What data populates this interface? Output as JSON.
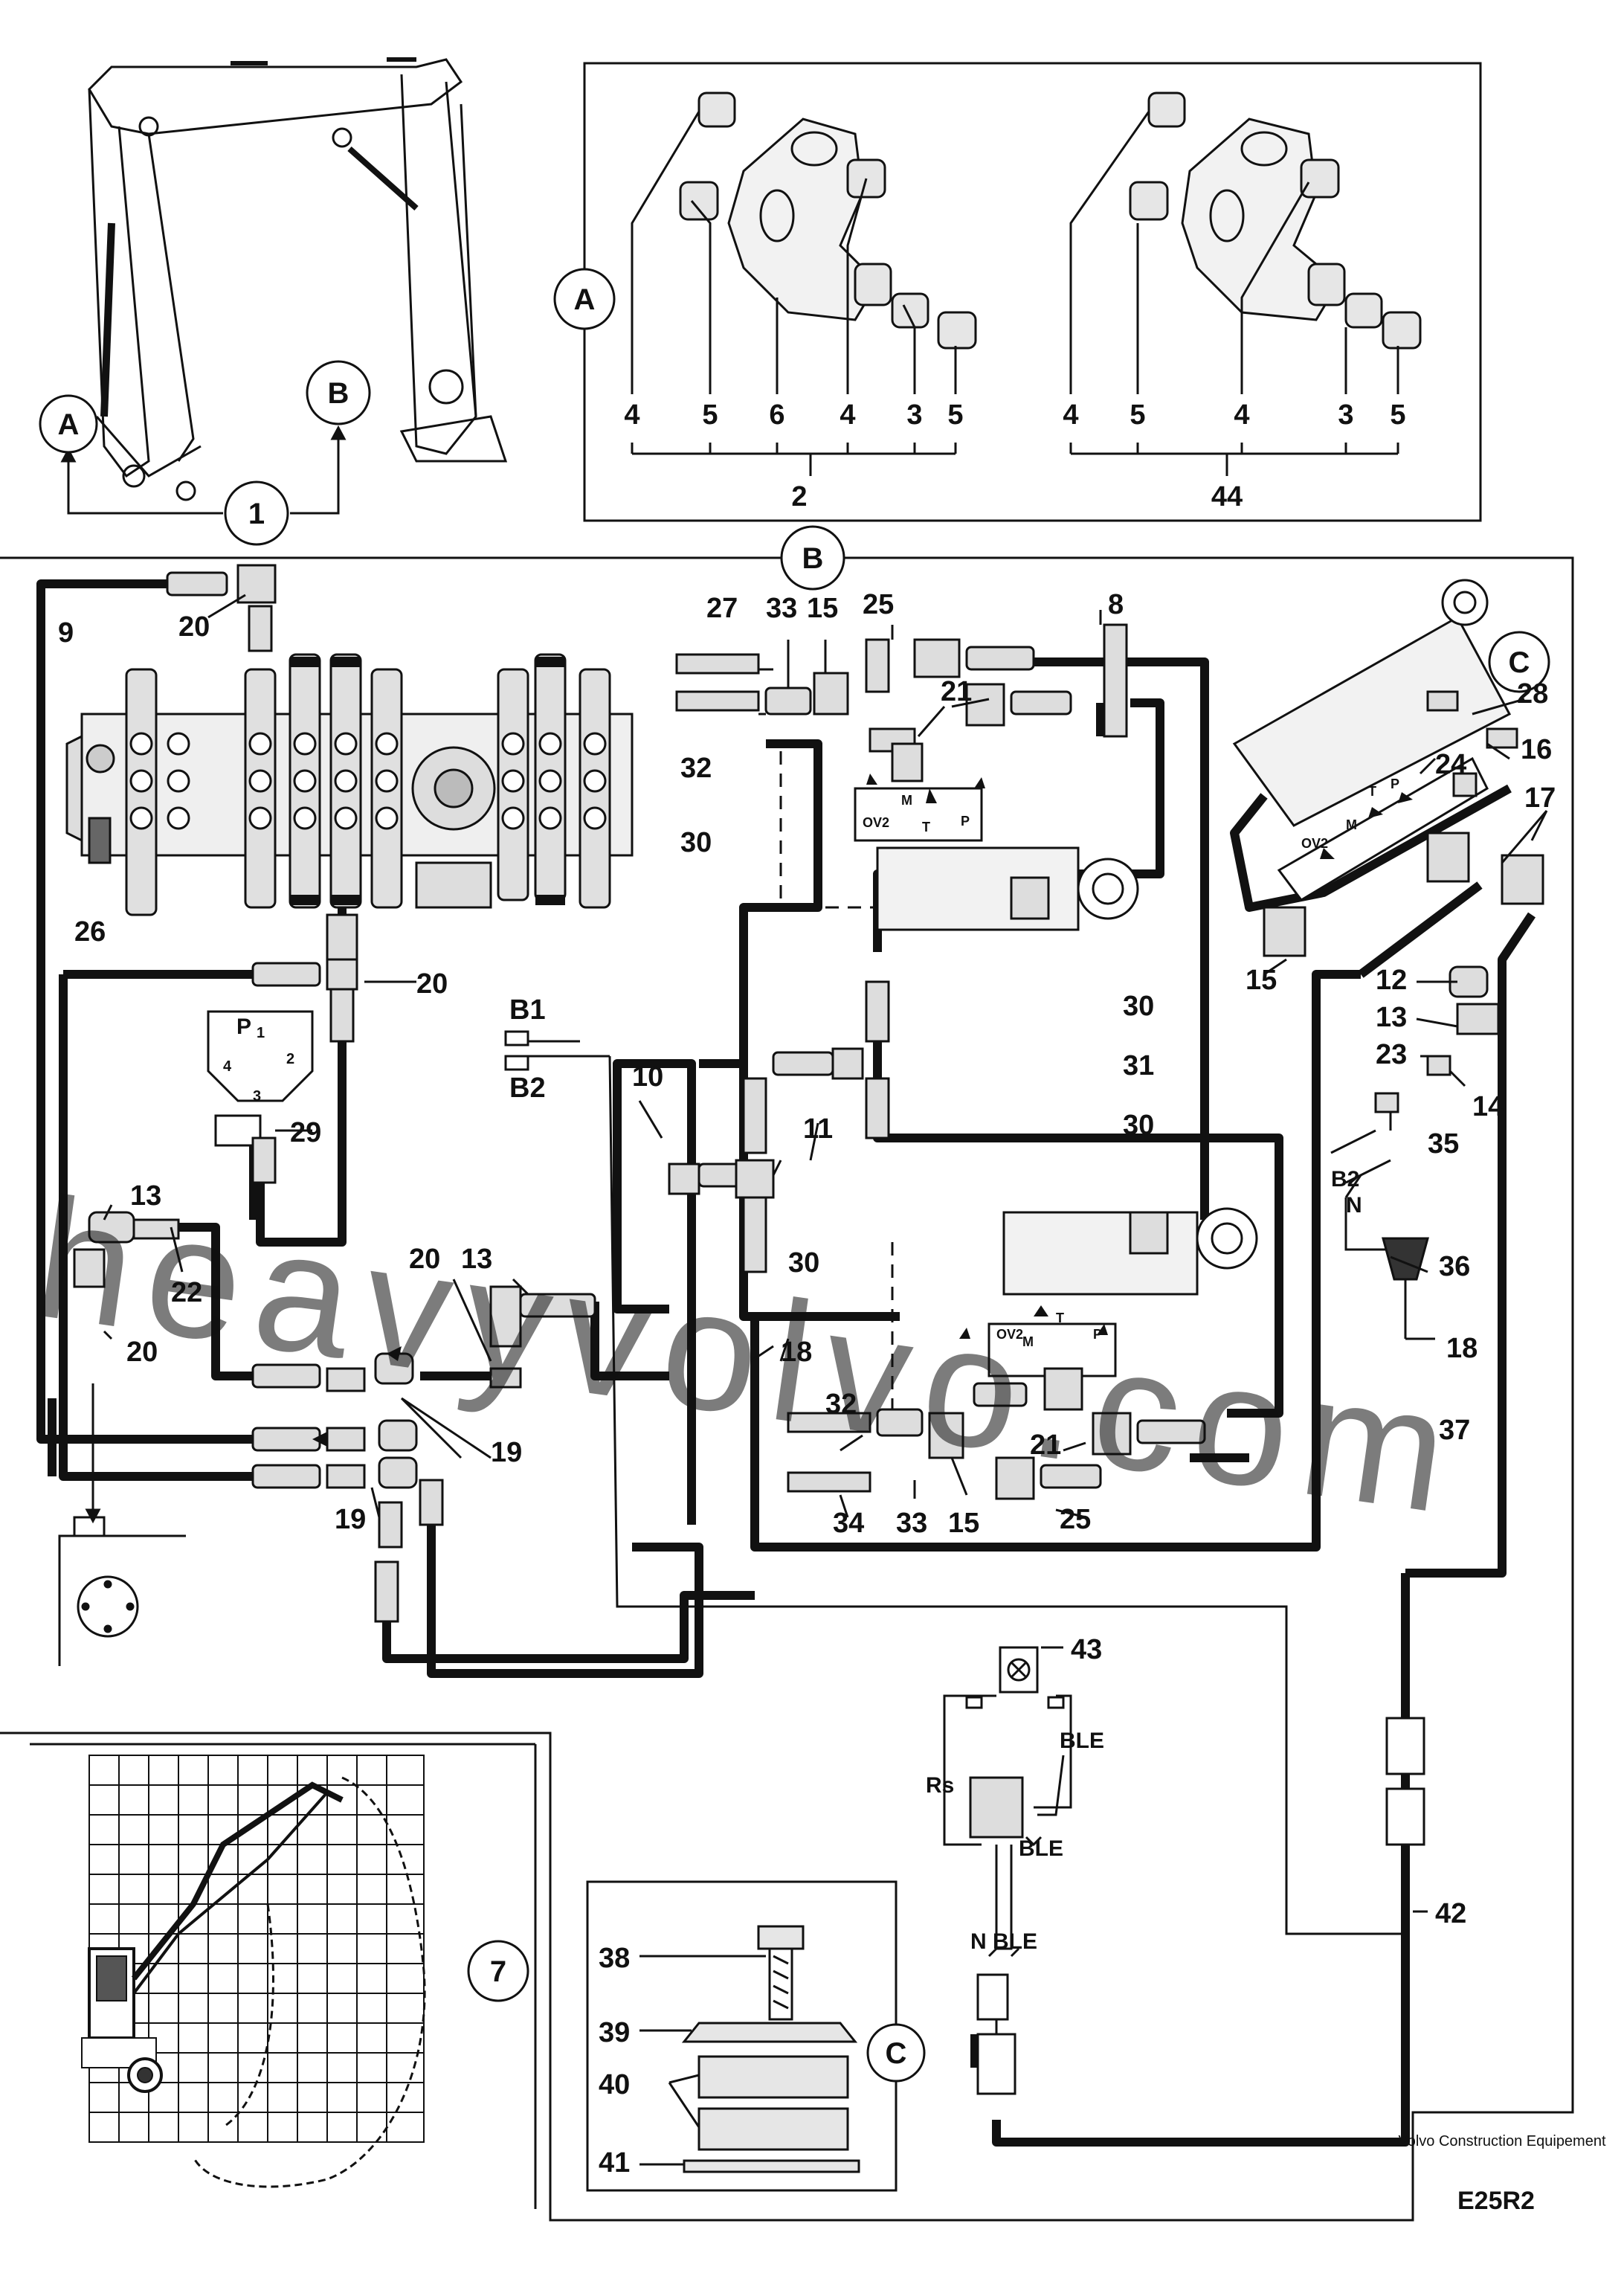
{
  "circle_labels": {
    "A_top": "A",
    "B_top": "B",
    "one": "1",
    "A_box": "A",
    "B_main": "B",
    "C_main": "C",
    "seven": "7",
    "C_box": "C"
  },
  "bushing_sets": {
    "set_2": {
      "parts": [
        "4",
        "5",
        "6",
        "4",
        "3",
        "5"
      ],
      "total": "2"
    },
    "set_44": {
      "parts": [
        "4",
        "5",
        "4",
        "3",
        "5"
      ],
      "total": "44"
    }
  },
  "callouts": {
    "c9": "9",
    "c20a": "20",
    "c27": "27",
    "c33a": "33",
    "c15a": "15",
    "c25a": "25",
    "c8": "8",
    "c21a": "21",
    "c32a": "32",
    "c30a": "30",
    "c28": "28",
    "c24": "24",
    "c16": "16",
    "c17": "17",
    "c15b": "15",
    "c12": "12",
    "c13a": "13",
    "c23": "23",
    "c14": "14",
    "c35": "35",
    "c26": "26",
    "c20b": "20",
    "c29": "29",
    "cB1": "B1",
    "cB2": "B2",
    "c10": "10",
    "c11": "11",
    "c30b": "30",
    "c31": "31",
    "c30c": "30",
    "c13b": "13",
    "c22": "22",
    "c20c": "20",
    "c20d": "20",
    "c13c": "13",
    "c30d": "30",
    "c18a": "18",
    "c19a": "19",
    "c19b": "19",
    "c32b": "32",
    "c34": "34",
    "c33b": "33",
    "c15c": "15",
    "c21b": "21",
    "c25b": "25",
    "cB2b": "B2",
    "cN": "N",
    "c36": "36",
    "c18b": "18",
    "c37": "37",
    "c43": "43",
    "cBLE1": "BLE",
    "cRs": "Rs",
    "cBLE2": "BLE",
    "cNBLE": "N BLE",
    "c42": "42",
    "c38": "38",
    "c39": "39",
    "c40": "40",
    "c41": "41"
  },
  "valve_ports": {
    "v1": {
      "ov2": "OV2",
      "m": "M",
      "t": "T",
      "p": "P"
    },
    "v2": {
      "ov2": "OV2",
      "m": "M",
      "t": "T",
      "p": "P"
    },
    "v3": {
      "ov2": "OV2",
      "m": "M",
      "t": "T",
      "p": "P"
    }
  },
  "pump_ports": {
    "p": "P",
    "p1": "1",
    "p2": "2",
    "p3": "3",
    "p4": "4"
  },
  "watermark": "heavyvolvo.com",
  "footer": {
    "company": "Volvo Construction Equipement",
    "code": "E25R2"
  }
}
